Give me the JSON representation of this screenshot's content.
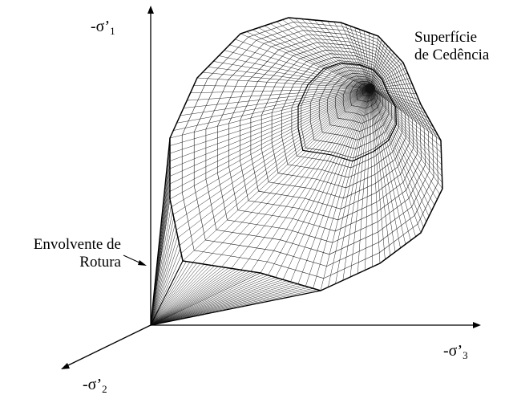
{
  "axes": {
    "sigma1": {
      "symbol": "-σ’",
      "subscript": "1"
    },
    "sigma2": {
      "symbol": "-σ’",
      "subscript": "2"
    },
    "sigma3": {
      "symbol": "-σ’",
      "subscript": "3"
    }
  },
  "labels": {
    "yield_surface_line1": "Superfície",
    "yield_surface_line2": "de Cedência",
    "failure_envelope_line1": "Envolvente de",
    "failure_envelope_line2": "Rotura"
  },
  "colors": {
    "ink": "#000000",
    "background": "#ffffff",
    "mesh": "#111111"
  }
}
